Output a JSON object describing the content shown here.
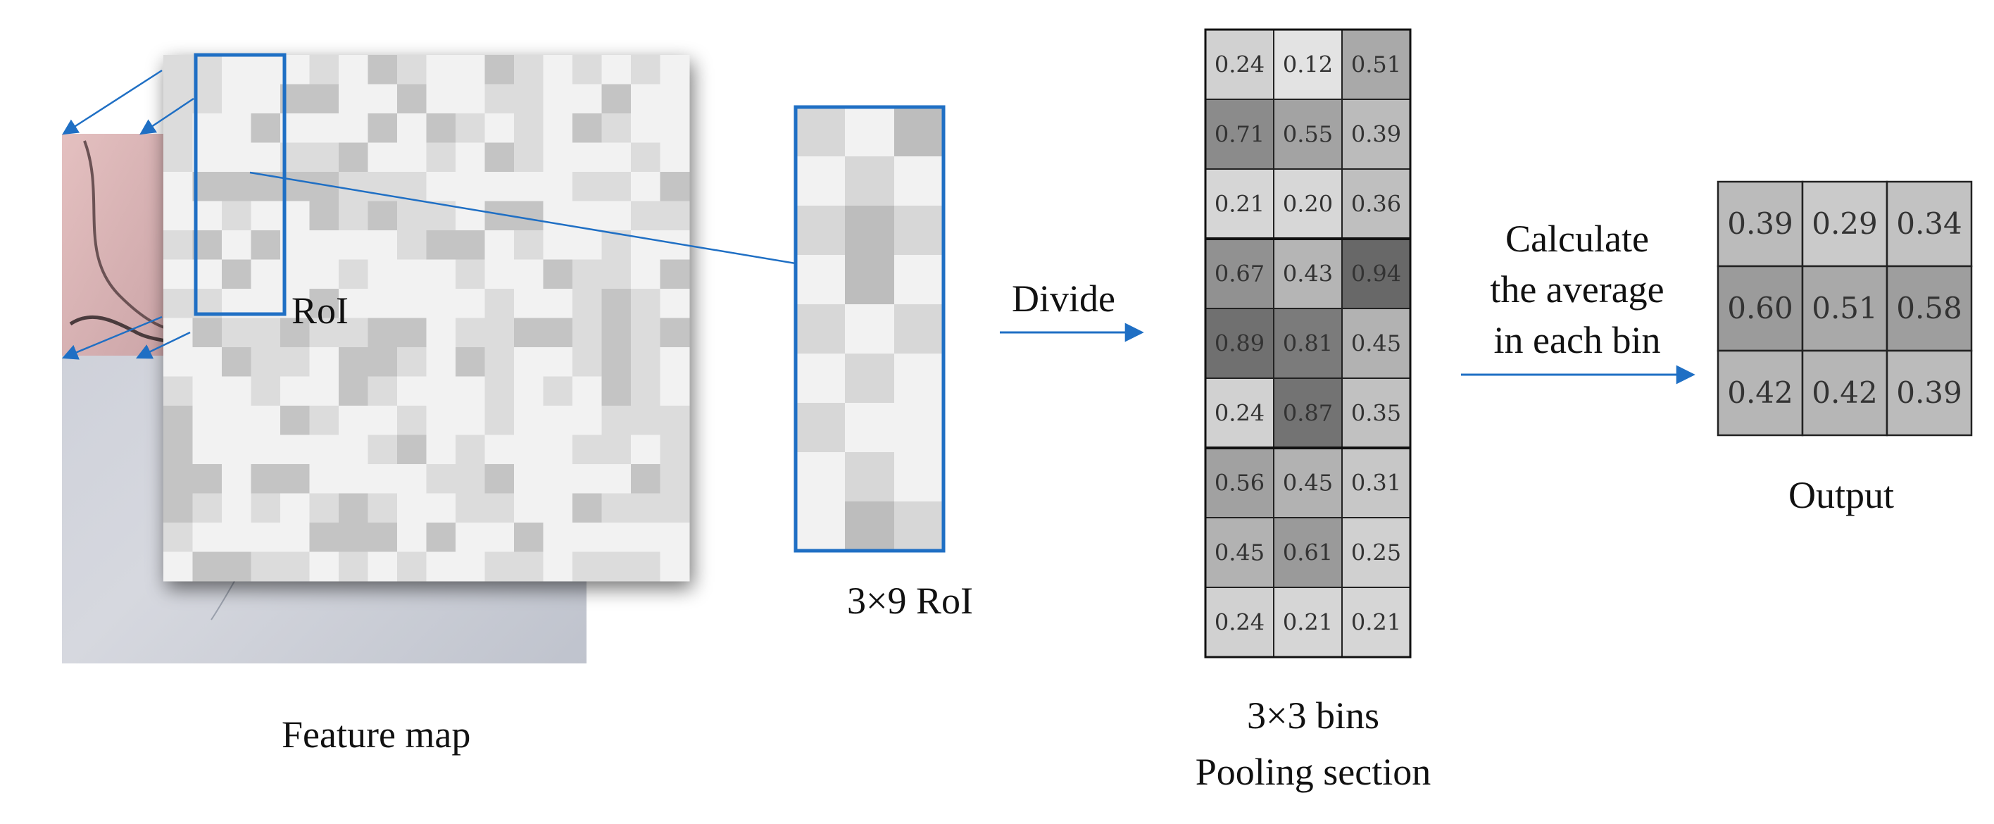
{
  "labels": {
    "roi": "RoI",
    "feature_map": "Feature map",
    "roi_3x9": "3×9 RoI",
    "divide": "Divide",
    "calc_line1": "Calculate",
    "calc_line2": "the average",
    "calc_line3": "in each bin",
    "bins_line1": "3×3 bins",
    "bins_line2": "Pooling section",
    "output": "Output"
  },
  "pooling_grid": [
    [
      "0.24",
      "0.12",
      "0.51"
    ],
    [
      "0.71",
      "0.55",
      "0.39"
    ],
    [
      "0.21",
      "0.20",
      "0.36"
    ],
    [
      "0.67",
      "0.43",
      "0.94"
    ],
    [
      "0.89",
      "0.81",
      "0.45"
    ],
    [
      "0.24",
      "0.87",
      "0.35"
    ],
    [
      "0.56",
      "0.45",
      "0.31"
    ],
    [
      "0.45",
      "0.61",
      "0.25"
    ],
    [
      "0.24",
      "0.21",
      "0.21"
    ]
  ],
  "output_grid": [
    [
      "0.39",
      "0.29",
      "0.34"
    ],
    [
      "0.60",
      "0.51",
      "0.58"
    ],
    [
      "0.42",
      "0.42",
      "0.39"
    ]
  ],
  "colors": {
    "accent_blue": "#1f6fc4",
    "cell_border": "#222222",
    "crack_image_pink": "#dcb7b7",
    "crack_image_gray": "#c8cbd4"
  }
}
